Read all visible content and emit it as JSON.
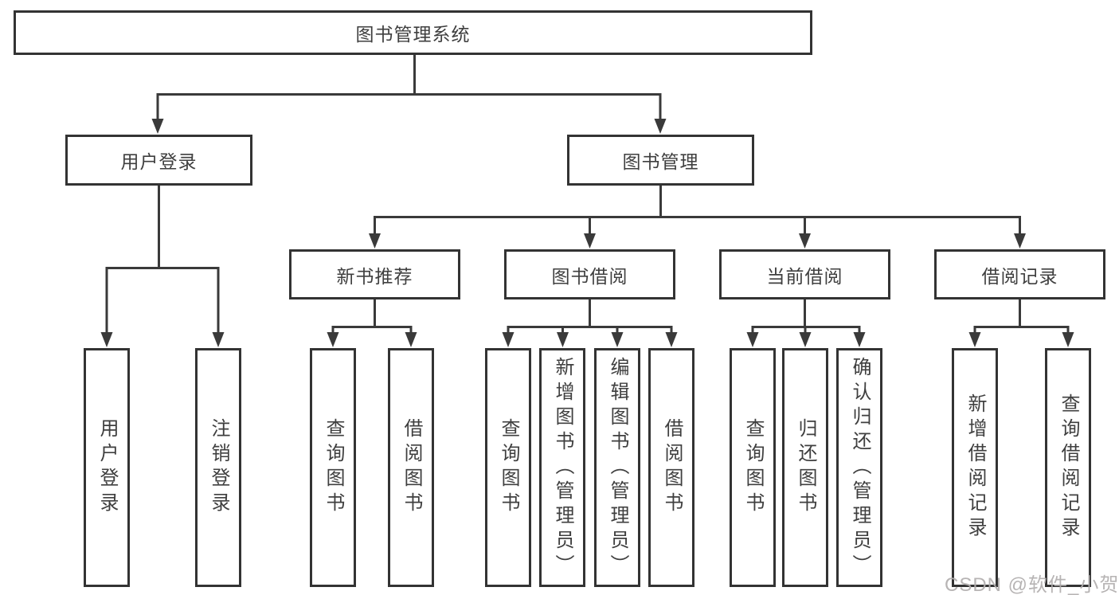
{
  "tree": {
    "label": "图书管理系统",
    "children": [
      {
        "label": "用户登录",
        "children": [
          {
            "label": "用户登录"
          },
          {
            "label": "注销登录"
          }
        ]
      },
      {
        "label": "图书管理",
        "children": [
          {
            "label": "新书推荐",
            "children": [
              {
                "label": "查询图书"
              },
              {
                "label": "借阅图书"
              }
            ]
          },
          {
            "label": "图书借阅",
            "children": [
              {
                "label": "查询图书"
              },
              {
                "label": "新增图书（管理员）"
              },
              {
                "label": "编辑图书（管理员）"
              },
              {
                "label": "借阅图书"
              }
            ]
          },
          {
            "label": "当前借阅",
            "children": [
              {
                "label": "查询图书"
              },
              {
                "label": "归还图书"
              },
              {
                "label": "确认归还（管理员）"
              }
            ]
          },
          {
            "label": "借阅记录",
            "children": [
              {
                "label": "新增借阅记录"
              },
              {
                "label": "查询借阅记录"
              }
            ]
          }
        ]
      }
    ]
  },
  "watermark": {
    "text": "CSDN @软件_小贺同学"
  },
  "colors": {
    "line": "#3a3a3a",
    "box_border": "#333333",
    "text": "#3f3f3f",
    "background": "#ffffff",
    "watermark": "#b1aeae"
  }
}
